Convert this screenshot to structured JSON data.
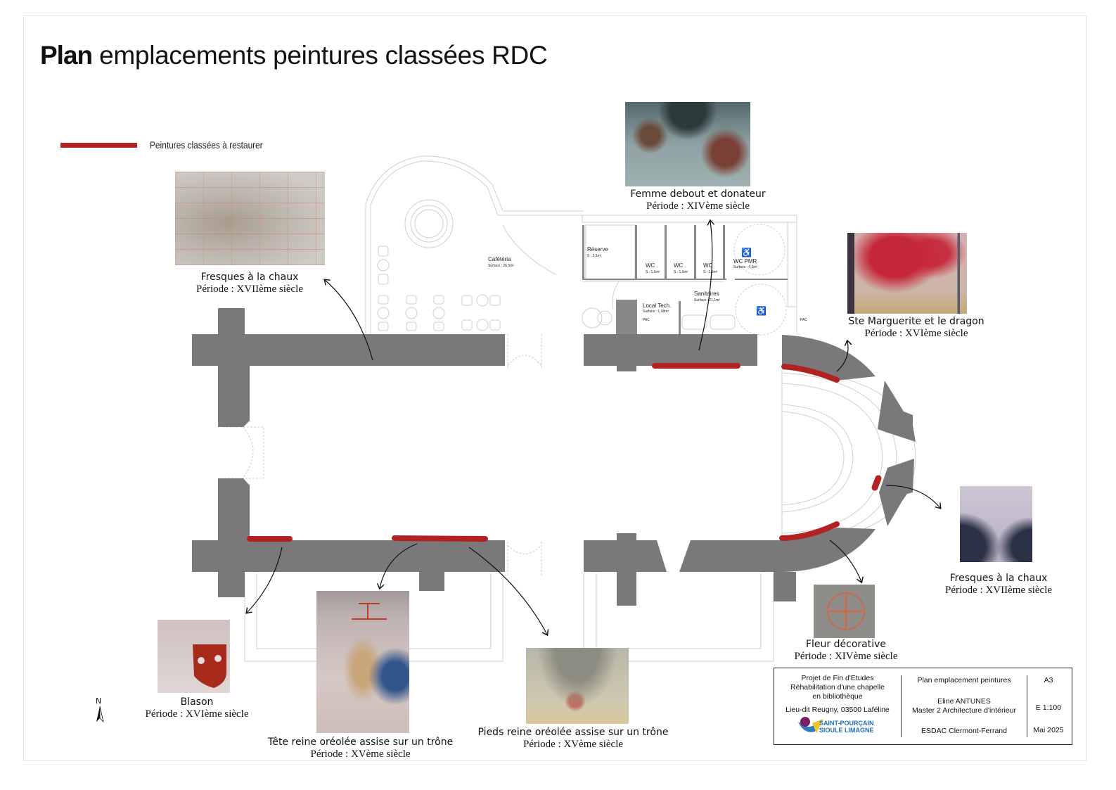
{
  "title": {
    "bold": "Plan",
    "rest": "emplacements peintures classées RDC"
  },
  "legend": {
    "label": "Peintures classées à restaurer",
    "color": "#b22222"
  },
  "colors": {
    "wall": "#7a787b",
    "painting": "#b22222",
    "line": "#c9c9c9"
  },
  "rooms": {
    "cafeteria": {
      "name": "Cafétéria",
      "surface": "Surface : 26,5m²"
    },
    "reserve": {
      "name": "Réserve",
      "surface": "S : 3,5m²"
    },
    "wc1": {
      "name": "WC",
      "surface": "S : 1,9m²"
    },
    "wc2": {
      "name": "WC",
      "surface": "S : 1,9m²"
    },
    "wc3": {
      "name": "WC",
      "surface": "S : 1,9m²"
    },
    "wc_pmr": {
      "name": "WC PMR",
      "surface": "Surface : 4,2m²"
    },
    "sanitaires": {
      "name": "Sanitaires",
      "surface": "Surface : 21,1m²"
    },
    "local_tech": {
      "name": "Local Tech.",
      "surface": "Surface : 1,98m²"
    },
    "pac1": "PAC",
    "pac2": "PAC"
  },
  "paintings": [
    {
      "id": "fresques-chaux-1",
      "name": "Fresques à la chaux",
      "period": "Période : XVIIème siècle"
    },
    {
      "id": "femme-debout",
      "name": "Femme debout et donateur",
      "period": "Période : XIVème siècle"
    },
    {
      "id": "ste-marguerite",
      "name": "Ste Marguerite et le dragon",
      "period": "Période : XVIème siècle"
    },
    {
      "id": "fresques-chaux-2",
      "name": "Fresques à la chaux",
      "period": "Période : XVIIème siècle"
    },
    {
      "id": "fleur-decorative",
      "name": "Fleur décorative",
      "period": "Période : XIVème siècle"
    },
    {
      "id": "pieds-reine",
      "name": "Pieds reine oréolée assise sur un trône",
      "period": "Période : XVème siècle"
    },
    {
      "id": "tete-reine",
      "name": "Tête reine oréolée assise sur un trône",
      "period": "Période : XVème siècle"
    },
    {
      "id": "blason",
      "name": "Blason",
      "period": "Période : XVIème siècle"
    }
  ],
  "north_label": "N",
  "cartouche": {
    "project_line1": "Projet de Fin d'Etudes",
    "project_line2": "Réhabilitation d'une chapelle",
    "project_line3": "en bibliothèque",
    "address": "Lieu-dit Reugny, 03500 Laféline",
    "logo_line1": "SAINT-POURÇAIN",
    "logo_line2": "SIOULE LIMAGNE",
    "drawing": "Plan emplacement peintures",
    "author": "Eline ANTUNES",
    "program": "Master 2 Architecture d'intérieur",
    "school": "ESDAC Clermont-Ferrand",
    "format": "A3",
    "scale": "E 1:100",
    "date": "Mai 2025"
  }
}
